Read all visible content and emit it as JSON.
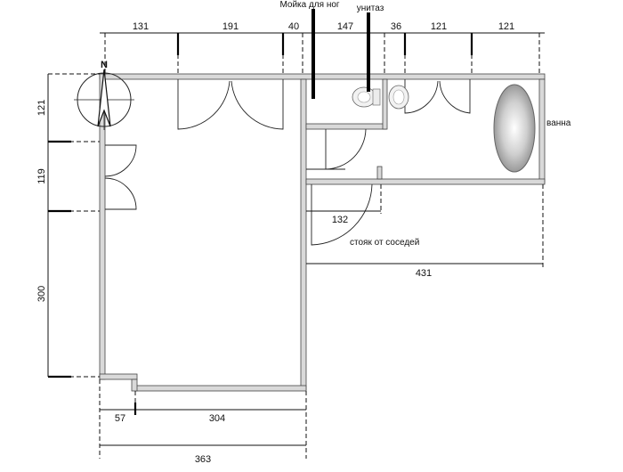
{
  "dimensions": {
    "top": [
      "131",
      "191",
      "40",
      "147",
      "36",
      "121",
      "121"
    ],
    "left": [
      "121",
      "119",
      "300"
    ],
    "bottom_small": "57",
    "bottom_mid": "304",
    "bottom_total": "363",
    "bathroom_inner": "132",
    "bathroom_width": "431"
  },
  "labels": {
    "foot_sink": "Мойка для ног",
    "toilet": "унитаз",
    "bathtub": "ванна",
    "riser": "стояк от соседей",
    "north": "N"
  },
  "colors": {
    "line": "#111111",
    "wall_fill": "#d9d9d9"
  }
}
